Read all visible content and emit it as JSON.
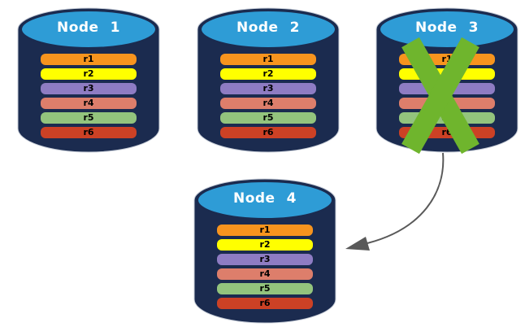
{
  "diagram": {
    "type": "database-replication-failover",
    "nodes": [
      {
        "label": "Node 1",
        "status": "healthy",
        "records": [
          "r1",
          "r2",
          "r3",
          "r4",
          "r5",
          "r6"
        ]
      },
      {
        "label": "Node 2",
        "status": "healthy",
        "records": [
          "r1",
          "r2",
          "r3",
          "r4",
          "r5",
          "r6"
        ]
      },
      {
        "label": "Node 3",
        "status": "failed",
        "records": [
          "r1",
          "r2",
          "r3",
          "r4",
          "r5",
          "r6"
        ]
      },
      {
        "label": "Node 4",
        "status": "healthy",
        "records": [
          "r1",
          "r2",
          "r3",
          "r4",
          "r5",
          "r6"
        ]
      }
    ],
    "arrow": {
      "from": "Node 3",
      "to": "Node 4"
    }
  },
  "record_colors": {
    "r1": "#F7941E",
    "r2": "#FFFF00",
    "r3": "#8E7CC3",
    "r4": "#DD7E6B",
    "r5": "#93C47D",
    "r6": "#CC4125"
  },
  "colors": {
    "navy": "#1B2B4F",
    "top-blue": "#2E9CD6",
    "rim": "#C9CFD9",
    "title-white": "#FFFFFF",
    "record-text": "#000000",
    "x-green": "#6FB52D",
    "arrow-gray": "#595959"
  }
}
